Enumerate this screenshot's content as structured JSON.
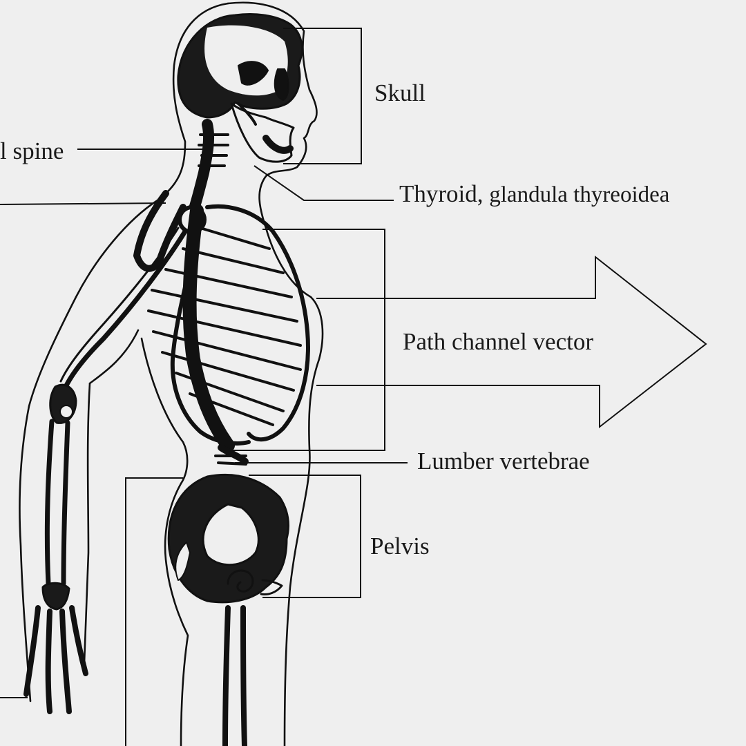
{
  "labels": {
    "skull": "Skull",
    "cervical_spine_partial": "l spine",
    "thyroid_main": "Thyroid,",
    "thyroid_latin": "glandula thyreoidea",
    "path_vector": "Path channel vector",
    "lumbar": "Lumber vertebrae",
    "pelvis": "Pelvis"
  },
  "colors": {
    "background": "#efefef",
    "ink": "#111111"
  }
}
